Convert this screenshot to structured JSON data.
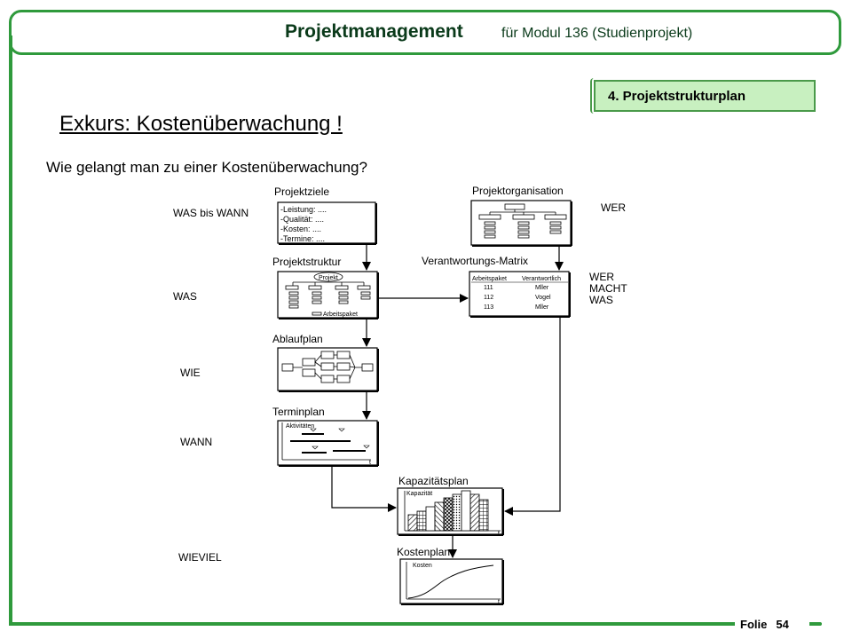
{
  "header": {
    "title": "Projektmanagement",
    "subtitle": "für  Modul 136 (Studienprojekt)"
  },
  "section_tag": "4.  Projektstrukturplan",
  "slide_title": "Exkurs:  Kostenüberwachung  !",
  "question": "Wie gelangt man zu einer Kostenüberwachung?",
  "diagram": {
    "left_labels": [
      "WAS bis WANN",
      "WAS",
      "WIE",
      "WANN",
      "WIEVIEL"
    ],
    "right_label_1": "WER",
    "right_label_2": [
      "WER",
      "MACHT",
      "WAS"
    ],
    "boxes": {
      "projektziele": "Projektziele",
      "projektstruktur": "Projektstruktur",
      "ablaufplan": "Ablaufplan",
      "terminplan": "Terminplan",
      "kapazitaetsplan": "Kapazitätsplan",
      "kostenplan": "Kostenplan",
      "projektorganisation": "Projektorganisation",
      "verantwortungsmatrix": "Verantwortungs-Matrix"
    },
    "ziele_lines": [
      "-Leistung:  ....",
      "-Qualität:  ....",
      "-Kosten:     ....",
      "-Termine:  ...."
    ],
    "struktur_labels": [
      "Projekt",
      "Arbeitspaket"
    ],
    "termin_label": "Aktivitäten",
    "kapazitaet_label": "Kapazität",
    "kosten_label": "Kosten",
    "axis_t": "t",
    "matrix": {
      "headers": [
        "Arbeitspaket",
        "Verantwortlich"
      ],
      "rows": [
        [
          "111",
          "Mller"
        ],
        [
          "112",
          "Vogel"
        ],
        [
          "113",
          "Mller"
        ]
      ]
    }
  },
  "footer": {
    "label": "Folie",
    "number": "54"
  }
}
